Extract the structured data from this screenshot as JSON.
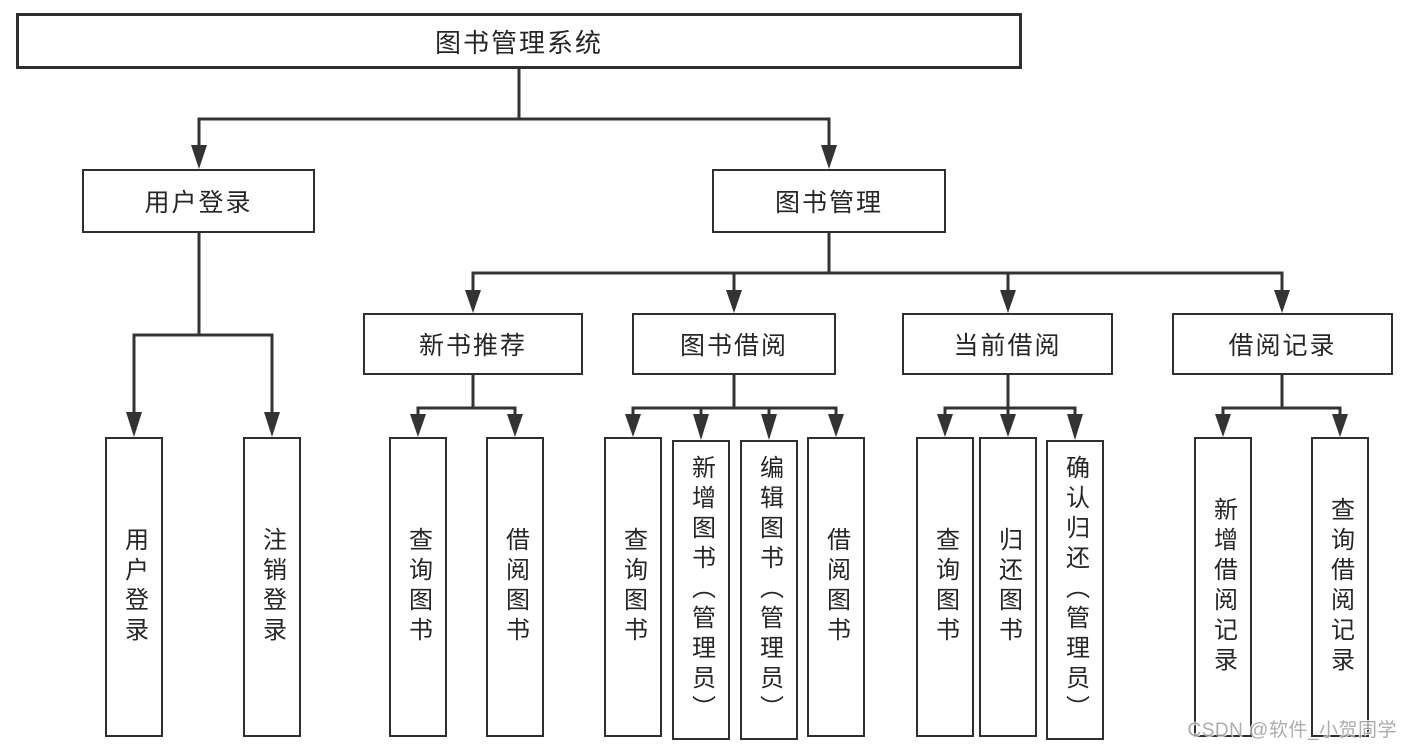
{
  "tree": {
    "label": "图书管理系统",
    "children": [
      {
        "label": "用户登录",
        "children": [
          {
            "label": "用户登录"
          },
          {
            "label": "注销登录"
          }
        ]
      },
      {
        "label": "图书管理",
        "children": [
          {
            "label": "新书推荐",
            "children": [
              {
                "label": "查询图书"
              },
              {
                "label": "借阅图书"
              }
            ]
          },
          {
            "label": "图书借阅",
            "children": [
              {
                "label": "查询图书"
              },
              {
                "label": "新增图书（管理员）"
              },
              {
                "label": "编辑图书（管理员）"
              },
              {
                "label": "借阅图书"
              }
            ]
          },
          {
            "label": "当前借阅",
            "children": [
              {
                "label": "查询图书"
              },
              {
                "label": "归还图书"
              },
              {
                "label": "确认归还（管理员）"
              }
            ]
          },
          {
            "label": "借阅记录",
            "children": [
              {
                "label": "新增借阅记录"
              },
              {
                "label": "查询借阅记录"
              }
            ]
          }
        ]
      }
    ]
  },
  "watermark": "CSDN @软件_小贺同学",
  "colors": {
    "line": "#333333",
    "text": "#262626",
    "box_border": "#2f2f2f",
    "background": "#ffffff",
    "watermark": "#9e9e9e"
  }
}
